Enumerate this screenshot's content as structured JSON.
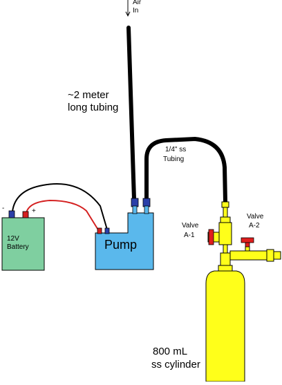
{
  "labels": {
    "air_in_line1": "Air",
    "air_in_line2": "In",
    "tube_long_line1": "~2 meter",
    "tube_long_line2": "long tubing",
    "ss_tubing_line1": "1/4\" ss",
    "ss_tubing_line2": "Tubing",
    "battery_neg": "-",
    "battery_pos": "+",
    "battery_line1": "12V",
    "battery_line2": "Battery",
    "pump": "Pump",
    "valve_a1_line1": "Valve",
    "valve_a1_line2": "A-1",
    "valve_a2_line1": "Valve",
    "valve_a2_line2": "A-2",
    "cylinder_line1": "800 mL",
    "cylinder_line2": "ss cylinder"
  },
  "colors": {
    "battery": "#7fcfa0",
    "pump": "#5ab8ec",
    "cylinder": "#ffff1a",
    "valve": "#e01e1e",
    "wire_pos": "#d42020",
    "wire_neg": "#000000",
    "tubing": "#000000",
    "terminal": "#2b3fa8"
  }
}
